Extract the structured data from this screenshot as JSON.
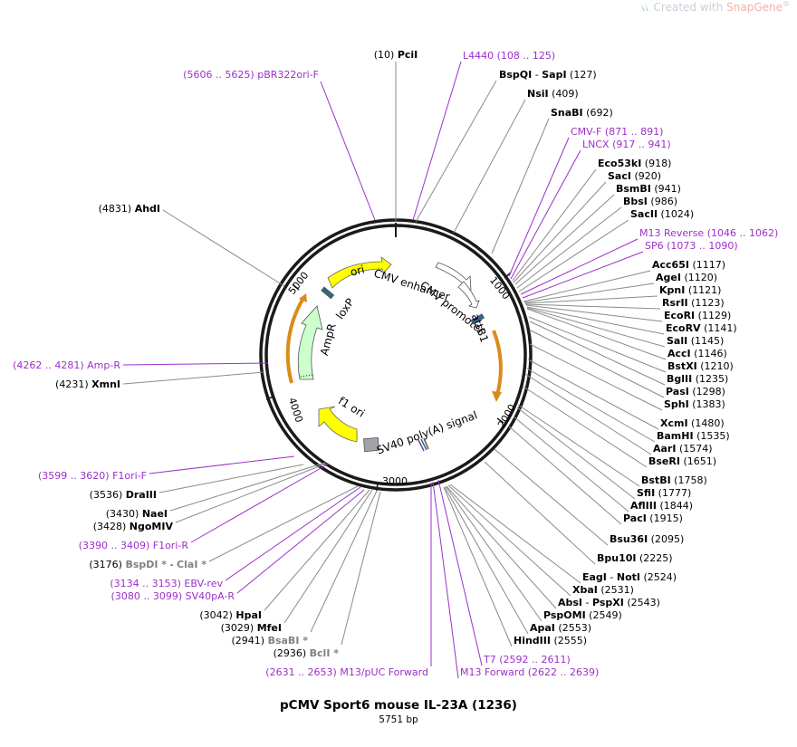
{
  "watermark": {
    "prefix": "Created with ",
    "brand": "SnapGene",
    "mark": "®"
  },
  "plasmid": {
    "name": "pCMV Sport6 mouse IL-23A (1236)",
    "length_label": "5751 bp"
  },
  "ruler_ticks": [
    "1000",
    "2000",
    "3000",
    "4000",
    "5000"
  ],
  "features": [
    {
      "name": "ori",
      "type": "rep_origin",
      "color": "#ffff00"
    },
    {
      "name": "loxP",
      "type": "protein_bind",
      "color": "#2e6b7a"
    },
    {
      "name": "CMV enhancer",
      "type": "enhancer",
      "color": "#ffffff"
    },
    {
      "name": "CMV promoter",
      "type": "promoter",
      "color": "#ffffff"
    },
    {
      "name": "attB1",
      "type": "protein_bind",
      "color": "#2e6b7a"
    },
    {
      "name": "AmpR",
      "type": "CDS",
      "color": "#ccffcc"
    },
    {
      "name": "f1 ori",
      "type": "rep_origin",
      "color": "#ffff00"
    },
    {
      "name": "SV40 poly(A) signal",
      "type": "polyA_signal",
      "color": "#a0a4a8"
    }
  ],
  "sites": [
    {
      "name": "PciI",
      "pos": "(10)"
    },
    {
      "name": "pBR322ori-F",
      "pos": "(5606 .. 5625)",
      "primer": true
    },
    {
      "name": "L4440",
      "pos": "(108 .. 125)",
      "primer": true
    },
    {
      "name": "BspQI",
      "pos": "(127)",
      "name2": "SapI"
    },
    {
      "name": "NsiI",
      "pos": "(409)"
    },
    {
      "name": "SnaBI",
      "pos": "(692)"
    },
    {
      "name": "CMV-F",
      "pos": "(871 .. 891)",
      "primer": true
    },
    {
      "name": "LNCX",
      "pos": "(917 .. 941)",
      "primer": true
    },
    {
      "name": "Eco53kI",
      "pos": "(918)"
    },
    {
      "name": "SacI",
      "pos": "(920)"
    },
    {
      "name": "BsmBI",
      "pos": "(941)"
    },
    {
      "name": "BbsI",
      "pos": "(986)"
    },
    {
      "name": "SacII",
      "pos": "(1024)"
    },
    {
      "name": "M13 Reverse",
      "pos": "(1046 .. 1062)",
      "primer": true
    },
    {
      "name": "SP6",
      "pos": "(1073 .. 1090)",
      "primer": true
    },
    {
      "name": "Acc65I",
      "pos": "(1117)"
    },
    {
      "name": "AgeI",
      "pos": "(1120)"
    },
    {
      "name": "KpnI",
      "pos": "(1121)"
    },
    {
      "name": "RsrII",
      "pos": "(1123)"
    },
    {
      "name": "EcoRI",
      "pos": "(1129)"
    },
    {
      "name": "EcoRV",
      "pos": "(1141)"
    },
    {
      "name": "SalI",
      "pos": "(1145)"
    },
    {
      "name": "AccI",
      "pos": "(1146)"
    },
    {
      "name": "BstXI",
      "pos": "(1210)"
    },
    {
      "name": "BglII",
      "pos": "(1235)"
    },
    {
      "name": "PasI",
      "pos": "(1298)"
    },
    {
      "name": "SphI",
      "pos": "(1383)"
    },
    {
      "name": "XcmI",
      "pos": "(1480)"
    },
    {
      "name": "BamHI",
      "pos": "(1535)"
    },
    {
      "name": "AarI",
      "pos": "(1574)"
    },
    {
      "name": "BseRI",
      "pos": "(1651)"
    },
    {
      "name": "BstBI",
      "pos": "(1758)"
    },
    {
      "name": "SfiI",
      "pos": "(1777)"
    },
    {
      "name": "AflIII",
      "pos": "(1844)"
    },
    {
      "name": "PacI",
      "pos": "(1915)"
    },
    {
      "name": "Bsu36I",
      "pos": "(2095)"
    },
    {
      "name": "Bpu10I",
      "pos": "(2225)"
    },
    {
      "name": "EagI",
      "pos": "(2524)",
      "name2": "NotI"
    },
    {
      "name": "XbaI",
      "pos": "(2531)"
    },
    {
      "name": "AbsI",
      "pos": "(2543)",
      "name2": "PspXI"
    },
    {
      "name": "PspOMI",
      "pos": "(2549)"
    },
    {
      "name": "ApaI",
      "pos": "(2553)"
    },
    {
      "name": "HindIII",
      "pos": "(2555)"
    },
    {
      "name": "T7",
      "pos": "(2592 .. 2611)",
      "primer": true
    },
    {
      "name": "M13 Forward",
      "pos": "(2622 .. 2639)",
      "primer": true
    },
    {
      "name": "M13/pUC Forward",
      "pos": "(2631 .. 2653)",
      "primer": true
    },
    {
      "name": "BclI",
      "pos": "(2936)",
      "star": "*",
      "gray": true
    },
    {
      "name": "BsaBI",
      "pos": "(2941)",
      "star": "*",
      "gray": true
    },
    {
      "name": "MfeI",
      "pos": "(3029)"
    },
    {
      "name": "HpaI",
      "pos": "(3042)"
    },
    {
      "name": "SV40pA-R",
      "pos": "(3080 .. 3099)",
      "primer": true
    },
    {
      "name": "EBV-rev",
      "pos": "(3134 .. 3153)",
      "primer": true
    },
    {
      "name": "BspDI",
      "pos": "(3176)",
      "star": "*",
      "name2": "ClaI",
      "star2": "*",
      "gray": true
    },
    {
      "name": "F1ori-R",
      "pos": "(3390 .. 3409)",
      "primer": true
    },
    {
      "name": "NgoMIV",
      "pos": "(3428)"
    },
    {
      "name": "NaeI",
      "pos": "(3430)"
    },
    {
      "name": "DraIII",
      "pos": "(3536)"
    },
    {
      "name": "F1ori-F",
      "pos": "(3599 .. 3620)",
      "primer": true
    },
    {
      "name": "XmnI",
      "pos": "(4231)"
    },
    {
      "name": "Amp-R",
      "pos": "(4262 .. 4281)",
      "primer": true
    },
    {
      "name": "AhdI",
      "pos": "(4831)"
    }
  ],
  "colors": {
    "primer": "#9b30c8",
    "site": "#000000",
    "gray_site": "#808080",
    "backbone": "#1a1a1a",
    "tick_line": "#8a8a8a",
    "orf": "#d98c1a"
  }
}
